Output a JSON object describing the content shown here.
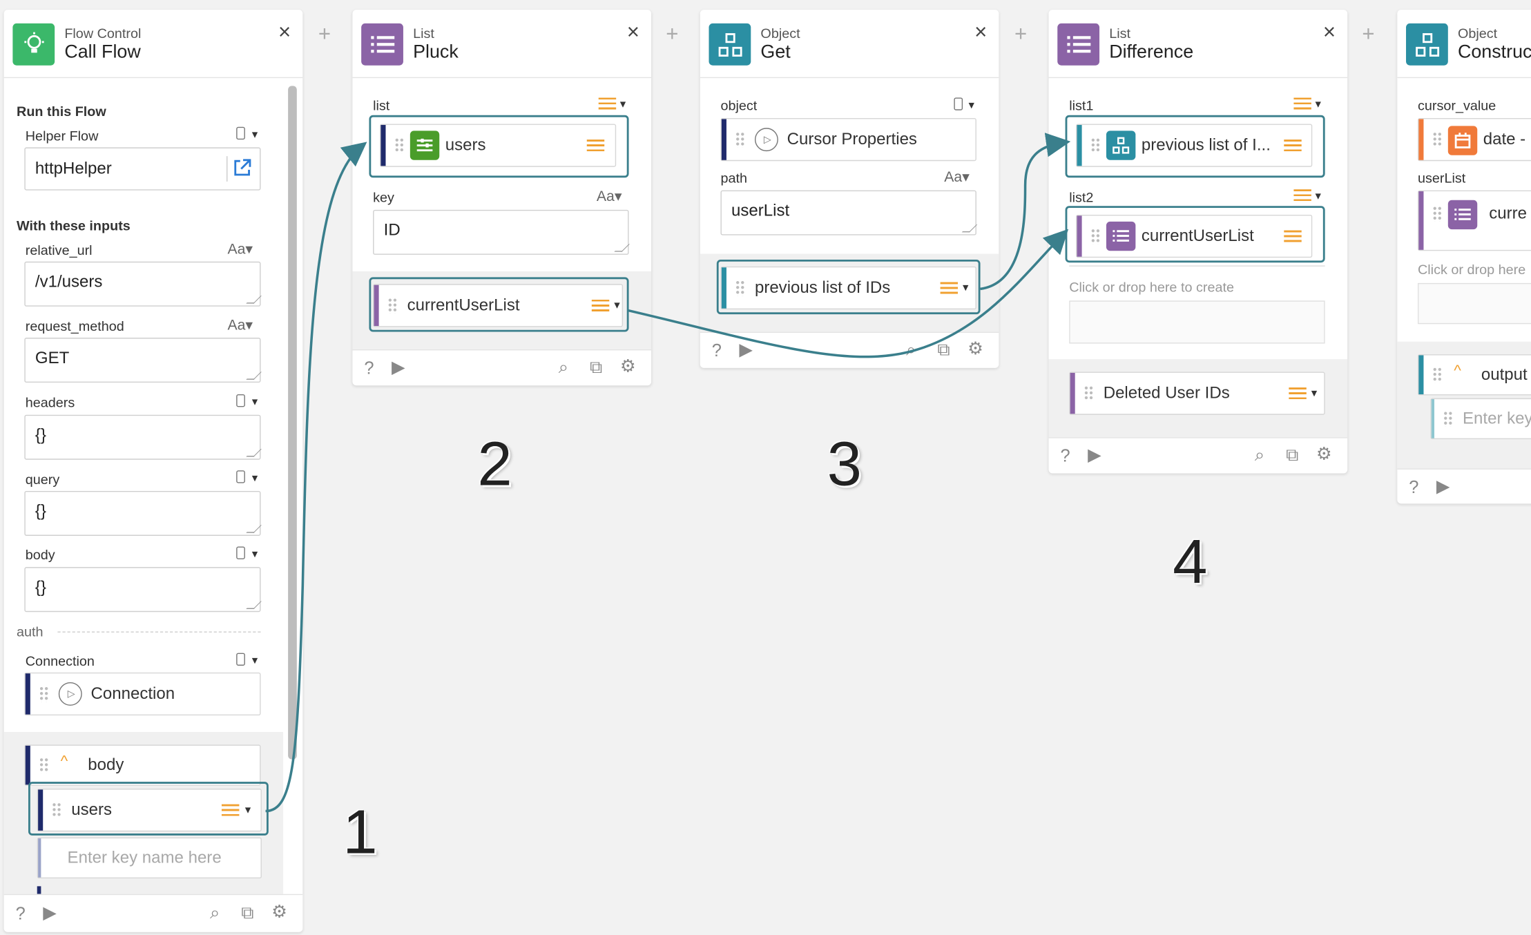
{
  "colors": {
    "flow_control": "#3bb86a",
    "list": "#8b63a6",
    "object": "#2b8fa3",
    "highlight": "#3a7f8c",
    "navy_bar": "#1f2a6b",
    "date_orange": "#f07a3a",
    "pluck_green": "#4a9d2a"
  },
  "card1": {
    "category": "Flow Control",
    "title": "Call Flow",
    "icon": "lightbulb-icon",
    "section_run": "Run this Flow",
    "helper_flow_label": "Helper Flow",
    "helper_flow_value": "httpHelper",
    "section_inputs": "With these inputs",
    "relative_url_label": "relative_url",
    "relative_url_value": "/v1/users",
    "request_method_label": "request_method",
    "request_method_value": "GET",
    "headers_label": "headers",
    "headers_value": "{}",
    "query_label": "query",
    "query_value": "{}",
    "body_label": "body",
    "body_value": "{}",
    "auth_label": "auth",
    "connection_label": "Connection",
    "connection_value": "Connection",
    "output_body": "body",
    "output_users": "users",
    "key_placeholder": "Enter key name here"
  },
  "card2": {
    "category": "List",
    "title": "Pluck",
    "list_label": "list",
    "list_value": "users",
    "key_label": "key",
    "key_value": "ID",
    "output": "currentUserList"
  },
  "card3": {
    "category": "Object",
    "title": "Get",
    "object_label": "object",
    "object_value": "Cursor Properties",
    "path_label": "path",
    "path_value": "userList",
    "output": "previous list of IDs"
  },
  "card4": {
    "category": "List",
    "title": "Difference",
    "list1_label": "list1",
    "list1_value": "previous list of I...",
    "list2_label": "list2",
    "list2_value": "currentUserList",
    "drop_hint": "Click or drop here to create",
    "output": "Deleted User IDs"
  },
  "card5": {
    "category": "Object",
    "title": "Construc",
    "cursor_value_label": "cursor_value",
    "cursor_value_value": "date -",
    "userlist_label": "userList",
    "userlist_value": "curre",
    "drop_hint": "Click or drop here",
    "output": "output",
    "key_placeholder": "Enter key"
  },
  "type_text": "Aa",
  "numbers": [
    "1",
    "2",
    "3",
    "4"
  ]
}
